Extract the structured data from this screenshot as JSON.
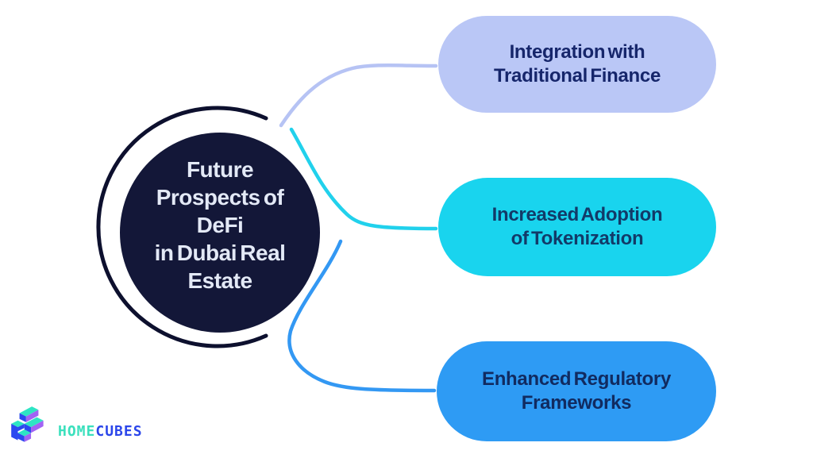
{
  "center": {
    "label": "Future\nProspects of\nDeFi\nin Dubai Real\nEstate"
  },
  "branches": [
    {
      "label": "Integration with\nTraditional Finance",
      "fill": "#bac7f6",
      "text_color": "#16266b"
    },
    {
      "label": "Increased Adoption\nof Tokenization",
      "fill": "#19d4ee",
      "text_color": "#123a68"
    },
    {
      "label": "Enhanced Regulatory\nFrameworks",
      "fill": "#2e9bf4",
      "text_color": "#112b60"
    }
  ],
  "colors": {
    "background": "#ffffff",
    "center_fill": "#131738",
    "center_ring": "#0d102e",
    "center_text": "#e3e9f6",
    "connector_top": "#b6c3f4",
    "connector_middle": "#21d1ec",
    "connector_bottom": "#3398f3"
  },
  "logo": {
    "word1": "HOME",
    "word2": "CUBES",
    "word1_color": "#3be0bd",
    "word2_color": "#2b46ea",
    "icon_teal": "#2ee5c4",
    "icon_blue": "#2b49f0",
    "icon_purple": "#a263f4"
  }
}
